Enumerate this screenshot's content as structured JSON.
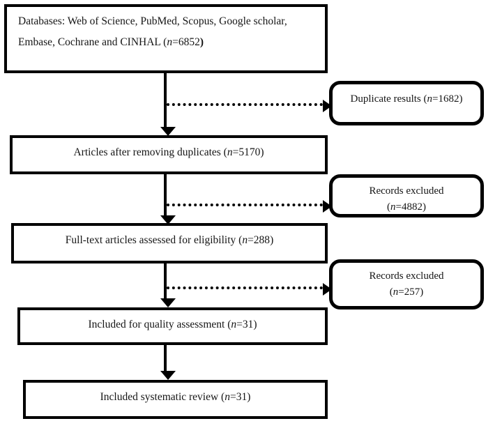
{
  "diagram": {
    "type": "prisma-flow-diagram",
    "title": "Study selection flow diagram",
    "colors": {
      "stroke": "#000000",
      "background": "#ffffff",
      "text": "#151515"
    },
    "main_boxes": [
      {
        "id": "databases",
        "label": "Databases: Web of Science, PubMed, Scopus, Google scholar, Embase, Cochrane and CINHAL (n=6852)",
        "line1": "Databases: Web of Science, PubMed, Scopus, Google scholar,",
        "line2_prefix": "Embase, Cochrane and CINHAL (",
        "n_symbol": "n",
        "count": "=6852",
        "closing": ")"
      },
      {
        "id": "after-duplicates",
        "label": "Articles after removing duplicates (n=5170)",
        "text_prefix": "Articles after removing duplicates (",
        "n_symbol": "n",
        "count": "=5170",
        "closing": ")"
      },
      {
        "id": "full-text-eligibility",
        "label": "Full-text articles assessed for eligibility (n=288)",
        "text_prefix": "Full-text articles assessed for eligibility (",
        "n_symbol": "n",
        "count": "=288",
        "closing": ")"
      },
      {
        "id": "quality-assessment",
        "label": "Included for quality assessment (n=31)",
        "text_prefix": "Included for quality assessment (",
        "n_symbol": "n",
        "count": "=31",
        "closing": ")"
      },
      {
        "id": "systematic-review",
        "label": "Included systematic review (n=31)",
        "text_prefix": "Included systematic review (",
        "n_symbol": "n",
        "count": "=31",
        "closing": ")"
      }
    ],
    "side_boxes": [
      {
        "id": "duplicate-results",
        "label": "Duplicate results (n=1682)",
        "text_prefix": "Duplicate results (",
        "n_symbol": "n",
        "count": "=1682",
        "closing": ")",
        "lines": 1
      },
      {
        "id": "records-excluded-1",
        "label": "Records excluded (n=4882)",
        "line1": "Records excluded",
        "line2_prefix": "(",
        "n_symbol": "n",
        "count": "=4882",
        "closing": ")",
        "lines": 2
      },
      {
        "id": "records-excluded-2",
        "label": "Records excluded (n=257)",
        "line1": "Records excluded",
        "line2_prefix": "(",
        "n_symbol": "n",
        "count": "=257",
        "closing": ")",
        "lines": 2
      }
    ],
    "connectors": {
      "vertical_arrows": 4,
      "dotted_arrows": 3,
      "vertical_style": "solid-with-filled-arrowhead",
      "dotted_style": "dotted-with-filled-arrowhead"
    }
  }
}
